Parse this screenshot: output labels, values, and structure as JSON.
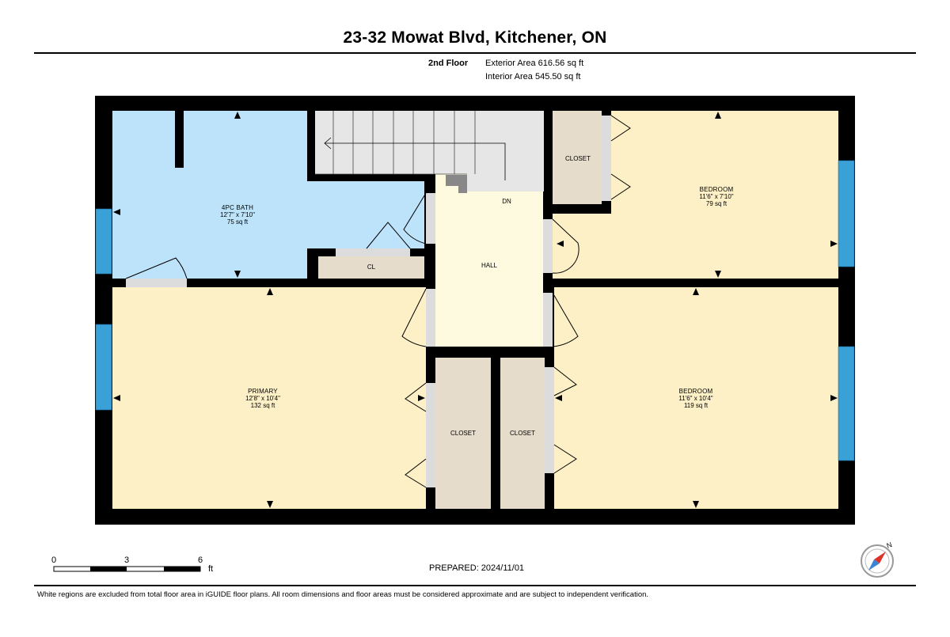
{
  "header": {
    "title": "23-32 Mowat Blvd, Kitchener, ON",
    "floor": "2nd Floor",
    "exterior_area": "Exterior Area 616.56 sq ft",
    "interior_area": "Interior Area 545.50 sq ft"
  },
  "rooms": {
    "bath": {
      "name": "4PC BATH",
      "dims": "12'7\" x 7'10\"",
      "area": "75 sq ft"
    },
    "primary": {
      "name": "PRIMARY",
      "dims": "12'8\" x 10'4\"",
      "area": "132 sq ft"
    },
    "bedroom_top": {
      "name": "BEDROOM",
      "dims": "11'6\" x 7'10\"",
      "area": "79 sq ft"
    },
    "bedroom_bottom": {
      "name": "BEDROOM",
      "dims": "11'6\" x 10'4\"",
      "area": "119 sq ft"
    },
    "hall": {
      "name": "HALL"
    },
    "closet_top": {
      "name": "CLOSET"
    },
    "cl": {
      "name": "CL"
    },
    "closet_left": {
      "name": "CLOSET"
    },
    "closet_right": {
      "name": "CLOSET"
    },
    "stairs_label": "DN"
  },
  "scale": {
    "ticks": [
      "0",
      "3",
      "6"
    ],
    "unit": "ft"
  },
  "compass": {
    "north": "N"
  },
  "footer": {
    "prepared": "PREPARED: 2024/11/01",
    "disclaimer": "White regions are excluded from total floor area in iGUIDE floor plans. All room dimensions and floor areas must be considered approximate and are subject to independent verification."
  },
  "colors": {
    "wall": "#000000",
    "bath": "#bde3fa",
    "room": "#fdf0c6",
    "hall": "#fefae0",
    "closet": "#e5dccb",
    "stairs": "#e6e6e6",
    "window": "#3aa0d8"
  }
}
